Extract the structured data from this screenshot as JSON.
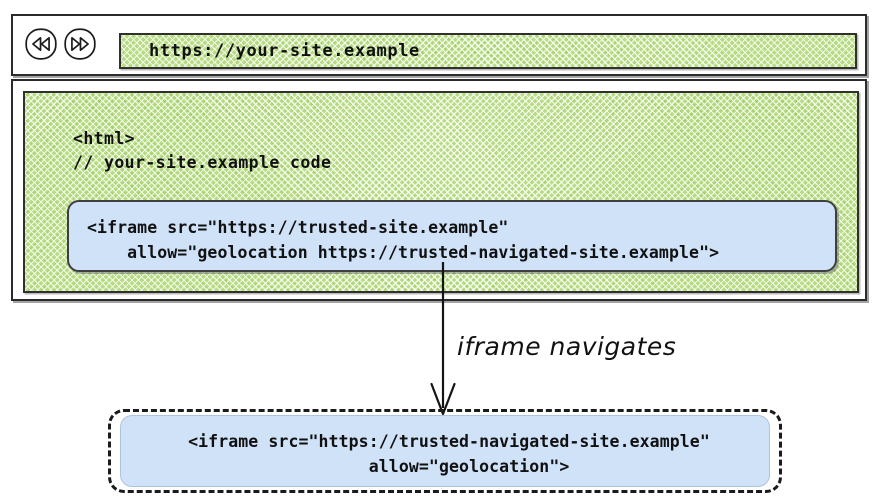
{
  "browser": {
    "back_button": "back-navigation",
    "forward_button": "forward-navigation",
    "url": "https://your-site.example"
  },
  "page": {
    "code_lines": [
      "<html>",
      "// your-site.example code"
    ],
    "nested_iframe": {
      "line1": "<iframe src=\"https://trusted-site.example\"",
      "line2": "    allow=\"geolocation https://trusted-navigated-site.example\">"
    }
  },
  "annotation": {
    "label": "iframe navigates"
  },
  "result": {
    "navigated_iframe": {
      "line1": "<iframe src=\"https://trusted-navigated-site.example\"",
      "line2": "    allow=\"geolocation\">"
    }
  },
  "colors": {
    "page_surface": "#b7dc82",
    "iframe_fill": "#cfe2f8",
    "stroke": "#2b2b2b",
    "background": "#ffffff"
  }
}
